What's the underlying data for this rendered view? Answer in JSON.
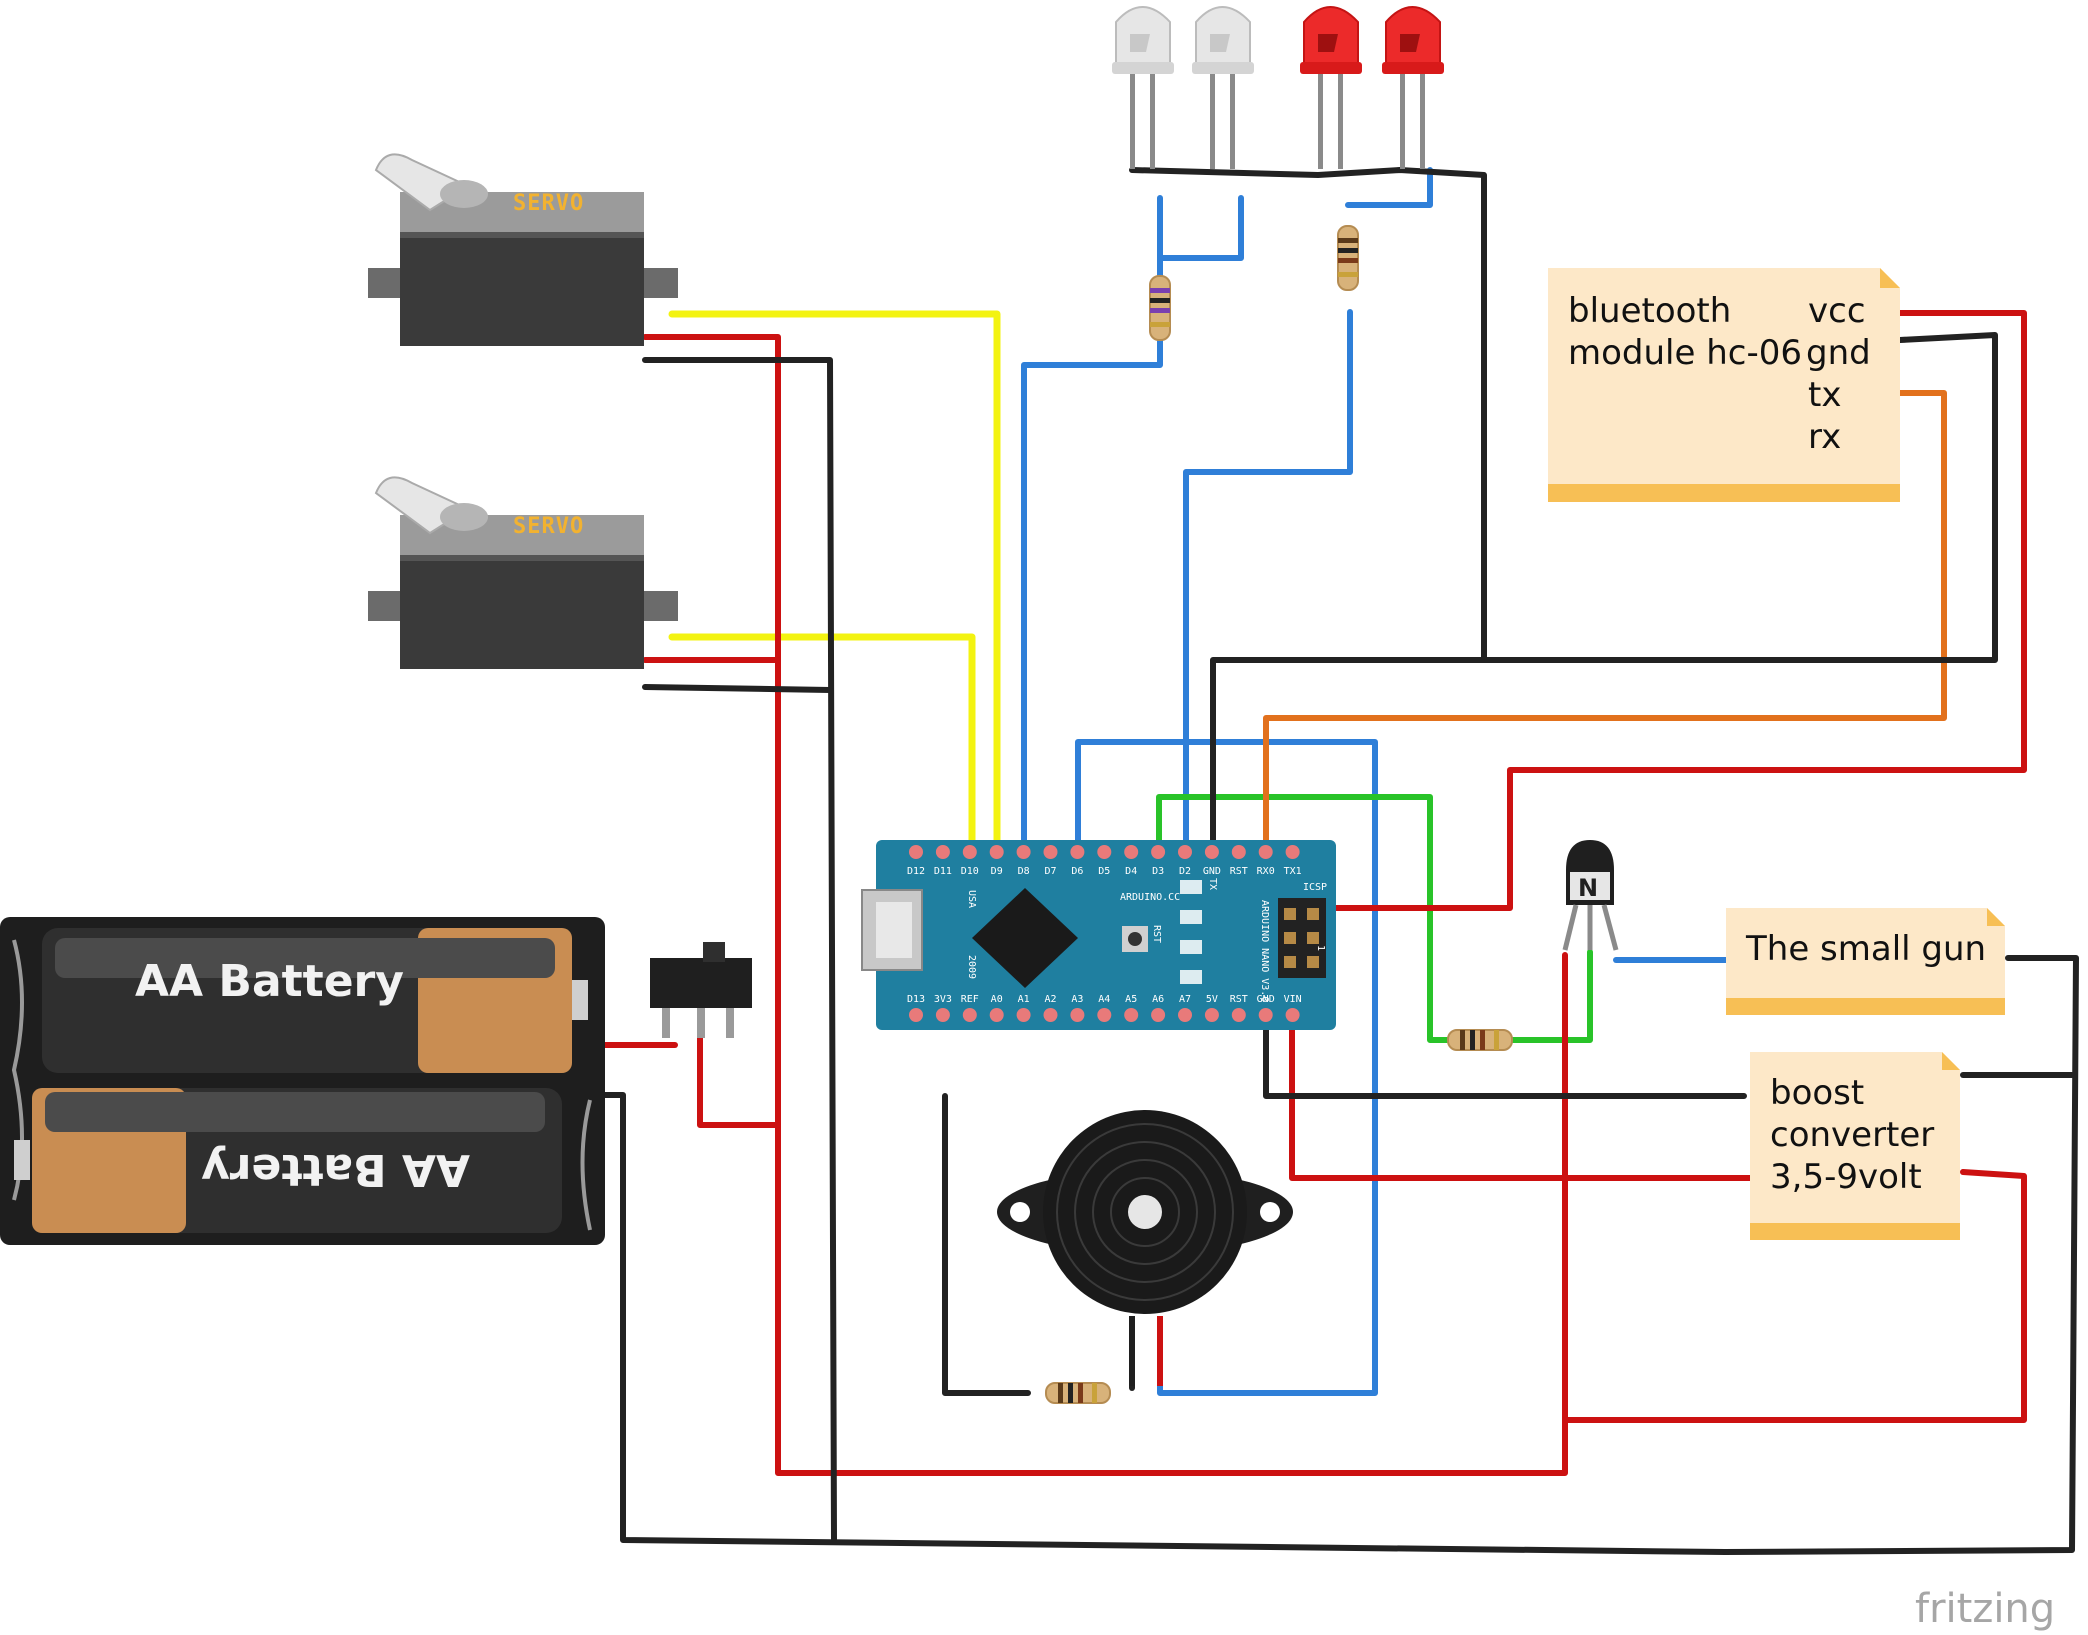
{
  "components": {
    "servos": [
      {
        "label": "SERVO"
      },
      {
        "label": "SERVO"
      }
    ],
    "battery": {
      "top_label": "AA Battery",
      "bottom_label": "AA Battery"
    },
    "arduino": {
      "top_pins": [
        "D12",
        "D11",
        "D10",
        "D9",
        "D8",
        "D7",
        "D6",
        "D5",
        "D4",
        "D3",
        "D2",
        "GND",
        "RST",
        "RX0",
        "TX1"
      ],
      "bottom_pins": [
        "D13",
        "3V3",
        "REF",
        "A0",
        "A1",
        "A2",
        "A3",
        "A4",
        "A5",
        "A6",
        "A7",
        "5V",
        "RST",
        "GND",
        "VIN"
      ],
      "brand": "ARDUINO.CC",
      "usa": "USA",
      "year": "2009",
      "rst": "RST",
      "tx": "TX",
      "model": "ARDUINO NANO V3.0",
      "icsp": "ICSP",
      "one": "1"
    },
    "transistor": {
      "letter": "N"
    },
    "leds": [
      {
        "color": "white"
      },
      {
        "color": "white"
      },
      {
        "color": "red"
      },
      {
        "color": "red"
      }
    ]
  },
  "notes": {
    "bluetooth": {
      "left_lines": [
        "bluetooth",
        "module hc-06"
      ],
      "right_lines": [
        "vcc",
        "gnd",
        "tx",
        "rx"
      ]
    },
    "gun": {
      "text": "The small gun"
    },
    "boost": {
      "lines": [
        "boost",
        "converter",
        "3,5-9volt"
      ]
    }
  },
  "watermark": "fritzing",
  "colors": {
    "red_wire": "#cc1111",
    "black_wire": "#222222",
    "blue_wire": "#2f7fd8",
    "yellow_wire": "#f3f311",
    "green_wire": "#29c329",
    "orange_wire": "#e2711d",
    "note_bg": "#fde8c8",
    "note_bar": "#f7bf55",
    "nano_board": "#1f7fa0"
  }
}
